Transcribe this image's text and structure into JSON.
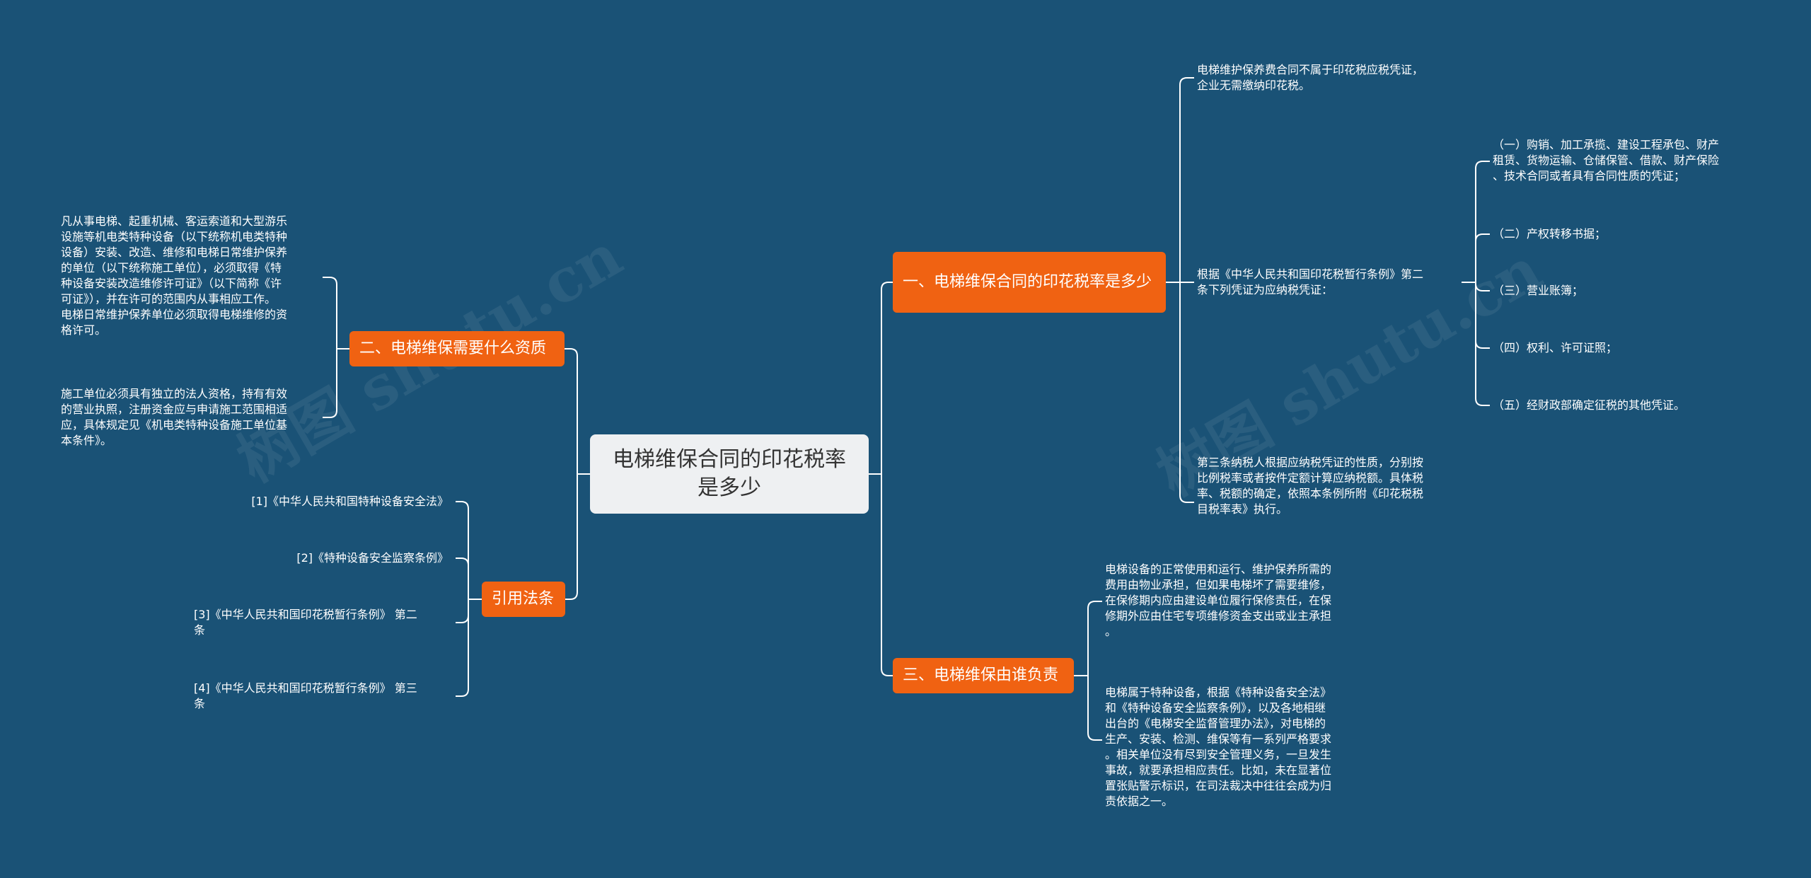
{
  "watermark": "树图 shutu.cn",
  "root": {
    "label": "电梯维保合同的印花税率是多少"
  },
  "branches": {
    "b1": {
      "label": "一、电梯维保合同的印花税率是多少",
      "items": {
        "i1": "电梯维护保养费合同不属于印花税应税凭证，\n企业无需缴纳印花税。",
        "i2": "根据《中华人民共和国印花税暂行条例》第二\n条下列凭证为应纳税凭证：",
        "i3": "第三条纳税人根据应纳税凭证的性质，分别按\n比例税率或者按件定额计算应纳税额。具体税\n率、税额的确定，依照本条例所附《印花税税\n目税率表》执行。"
      },
      "sub": {
        "s1": "（一）购销、加工承揽、建设工程承包、财产\n租赁、货物运输、仓储保管、借款、财产保险\n、技术合同或者具有合同性质的凭证；",
        "s2": "（二）产权转移书据；",
        "s3": "（三）营业账簿；",
        "s4": "（四）权利、许可证照；",
        "s5": "（五）经财政部确定征税的其他凭证。"
      }
    },
    "b2": {
      "label": "二、电梯维保需要什么资质",
      "items": {
        "i1": "凡从事电梯、起重机械、客运索道和大型游乐\n设施等机电类特种设备（以下统称机电类特种\n设备）安装、改造、维修和电梯日常维护保养\n的单位（以下统称施工单位），必须取得《特\n种设备安装改造维修许可证》（以下简称《许\n可证》），并在许可的范围内从事相应工作。\n电梯日常维护保养单位必须取得电梯维修的资\n格许可。",
        "i2": "施工单位必须具有独立的法人资格，持有有效\n的营业执照，注册资金应与申请施工范围相适\n应，具体规定见《机电类特种设备施工单位基\n本条件》。"
      }
    },
    "b3": {
      "label": "三、电梯维保由谁负责",
      "items": {
        "i1": "电梯设备的正常使用和运行、维护保养所需的\n费用由物业承担，但如果电梯坏了需要维修，\n在保修期内应由建设单位履行保修责任，在保\n修期外应由住宅专项维修资金支出或业主承担\n。",
        "i2": "电梯属于特种设备，根据《特种设备安全法》\n和《特种设备安全监察条例》，以及各地相继\n出台的《电梯安全监督管理办法》，对电梯的\n生产、安装、检测、维保等有一系列严格要求\n。相关单位没有尽到安全管理义务，一旦发生\n事故，就要承担相应责任。比如，未在显著位\n置张贴警示标识，在司法裁决中往往会成为归\n责依据之一。"
      }
    },
    "b4": {
      "label": "引用法条",
      "items": {
        "i1": "[1]《中华人民共和国特种设备安全法》",
        "i2": "[2]《特种设备安全监察条例》",
        "i3": "[3]《中华人民共和国印花税暂行条例》 第二\n条",
        "i4": "[4]《中华人民共和国印花税暂行条例》 第三\n条"
      }
    }
  },
  "colors": {
    "background": "#1a5276",
    "branch": "#f06212",
    "root": "#eef0f2",
    "line": "#ffffff"
  }
}
